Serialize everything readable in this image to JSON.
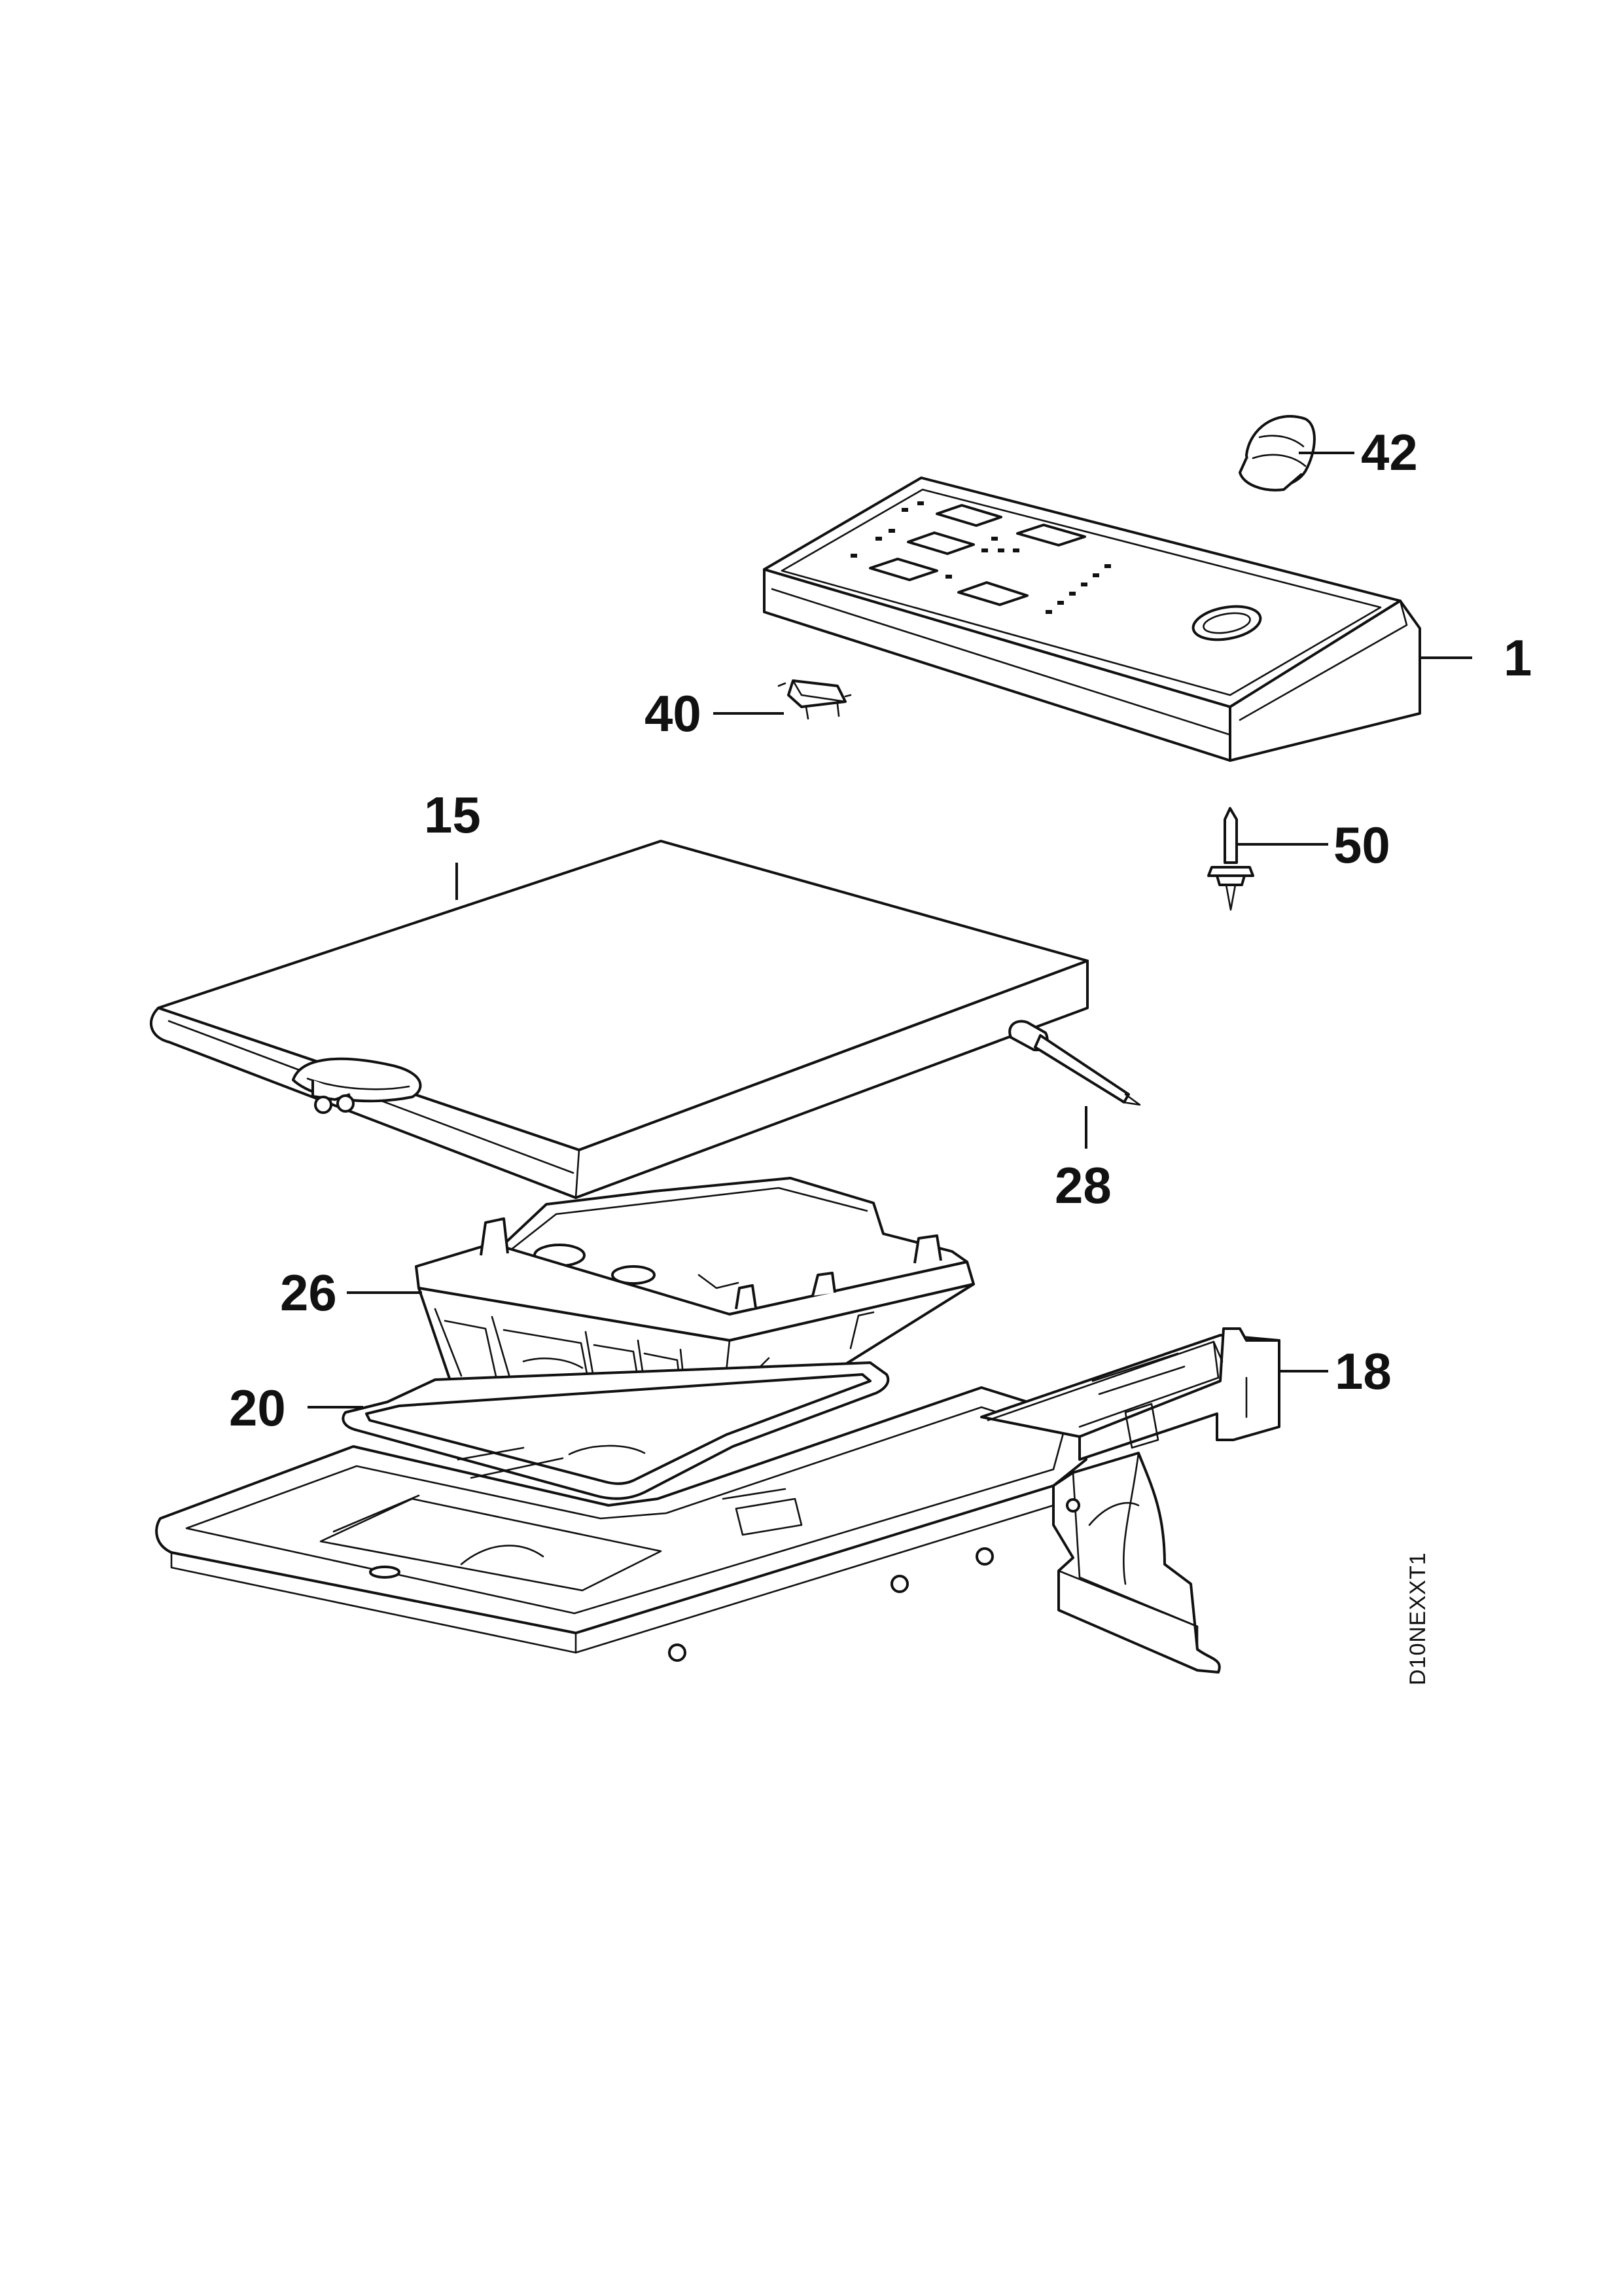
{
  "drawing_code": "D10NEXXT1",
  "callouts": [
    {
      "id": "p42",
      "number": "42"
    },
    {
      "id": "p1",
      "number": "1"
    },
    {
      "id": "p40",
      "number": "40"
    },
    {
      "id": "p15",
      "number": "15"
    },
    {
      "id": "p50",
      "number": "50"
    },
    {
      "id": "p28",
      "number": "28"
    },
    {
      "id": "p26",
      "number": "26"
    },
    {
      "id": "p18",
      "number": "18"
    },
    {
      "id": "p20",
      "number": "20"
    }
  ]
}
